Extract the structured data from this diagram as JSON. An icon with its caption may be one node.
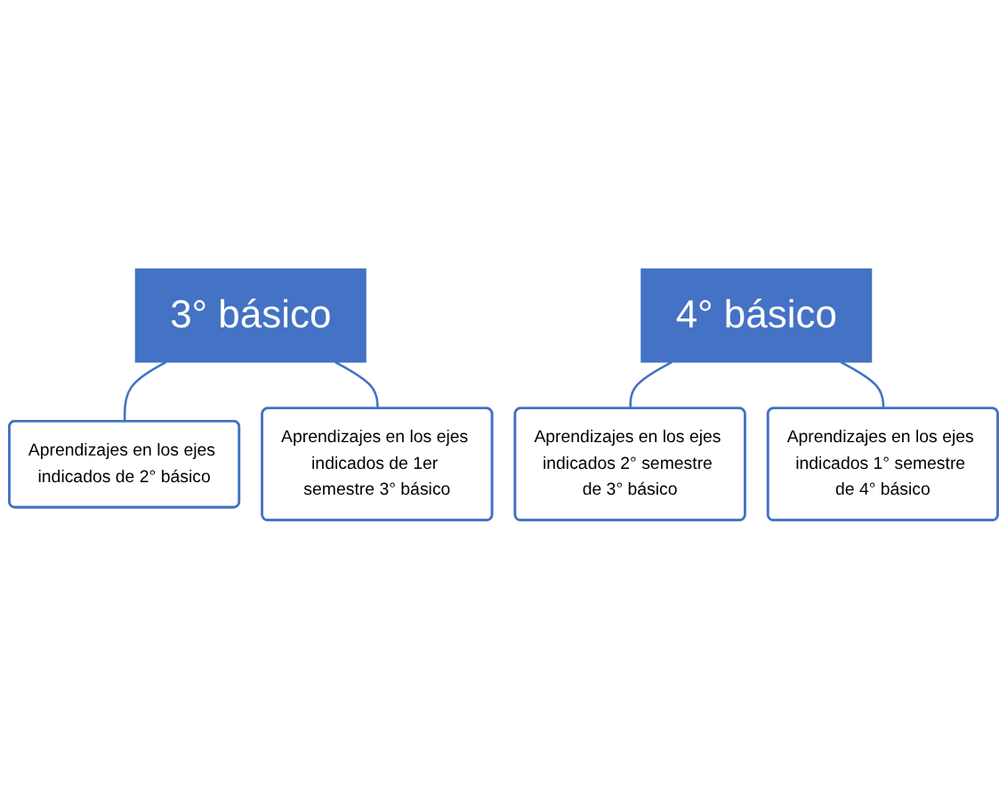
{
  "diagram": {
    "nodes": [
      {
        "text": [
          "3° básico"
        ]
      },
      {
        "text": [
          "Aprendizajes en los ejes indicados de 2° básico"
        ]
      },
      {
        "text": [
          "Aprendizajes en los ejes indicados de 1er semestre 3° básico"
        ]
      },
      {
        "text": [
          "4° básico"
        ]
      },
      {
        "text": [
          "Aprendizajes en los ejes indicados 2° semestre de 3° básico"
        ]
      },
      {
        "text": [
          "Aprendizajes en los ejes indicados 1° semestre de 4° básico"
        ]
      }
    ],
    "edges": [
      {
        "from": 0,
        "to": 1,
        "arrow": "none"
      },
      {
        "from": 0,
        "to": 2,
        "arrow": "none"
      },
      {
        "from": 3,
        "to": 4,
        "arrow": "none"
      },
      {
        "from": 3,
        "to": 5,
        "arrow": "none"
      }
    ]
  }
}
